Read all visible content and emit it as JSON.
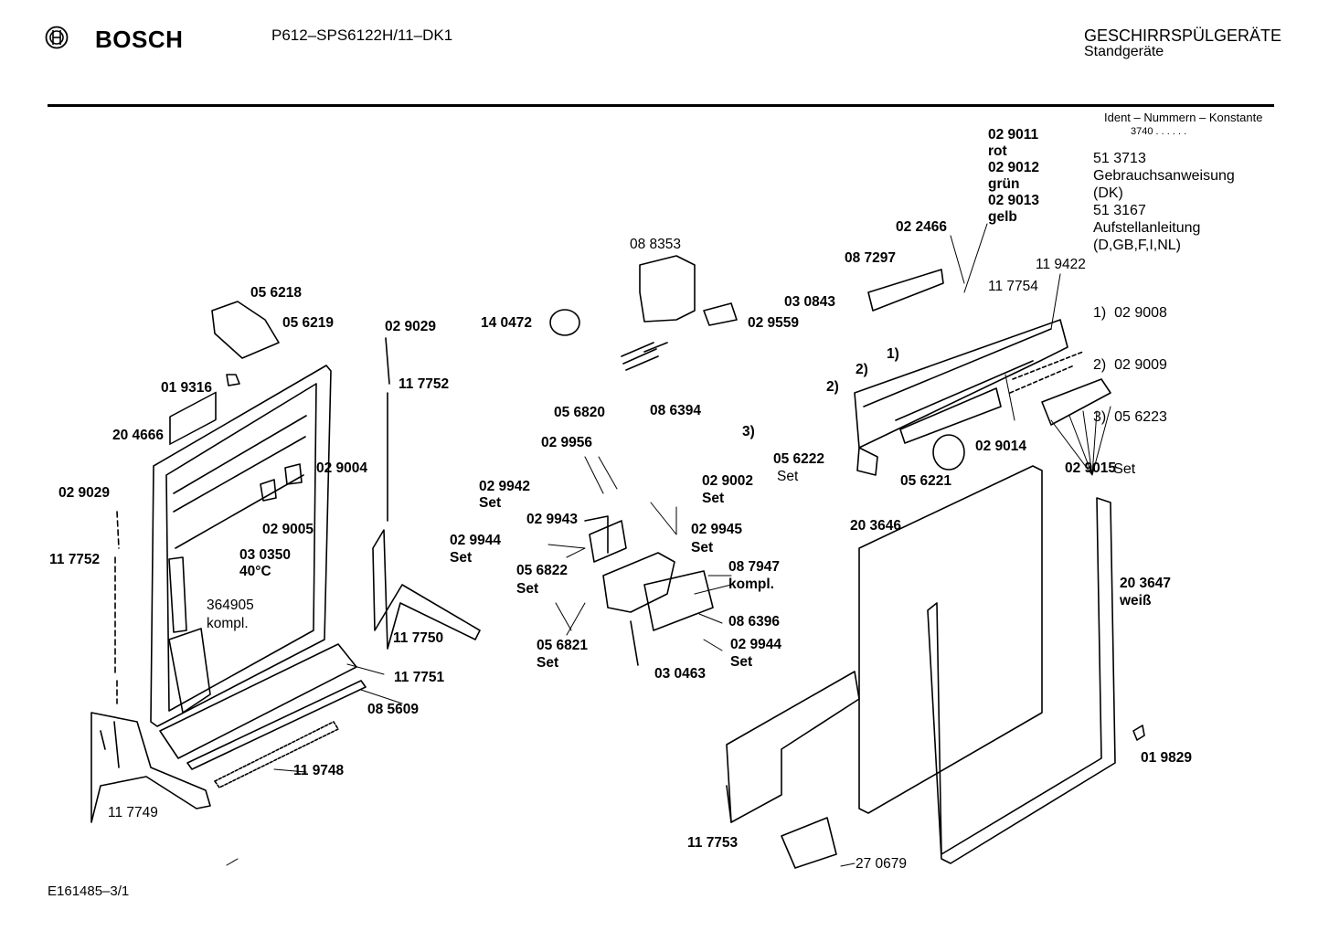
{
  "header": {
    "brand": "BOSCH",
    "model": "P612–SPS6122H/11–DK1",
    "category_line1": "GESCHIRRSPÜLGERÄTE",
    "category_line2": "Standgeräte"
  },
  "ident": {
    "heading": "Ident – Nummern – Konstante",
    "value": "3740 . . . . . ."
  },
  "notes": {
    "docs": [
      "51 3713",
      "Gebrauchsanweisung",
      "(DK)",
      "51 3167",
      "Aufstellanleitung",
      "(D,GB,F,I,NL)"
    ],
    "footnotes": [
      "1)  02 9008",
      "2)  02 9009",
      "3)  05 6223",
      "     Set"
    ]
  },
  "footer": {
    "code": "E161485–3/1"
  },
  "callouts": [
    {
      "id": "c1",
      "text": "02 9011",
      "bold": true
    },
    {
      "id": "c2",
      "text": "rot",
      "bold": true
    },
    {
      "id": "c3",
      "text": "02 9012",
      "bold": true
    },
    {
      "id": "c4",
      "text": "grün",
      "bold": true
    },
    {
      "id": "c5",
      "text": "02 9013",
      "bold": true
    },
    {
      "id": "c6",
      "text": "gelb",
      "bold": true
    },
    {
      "id": "c7",
      "text": "02 2466",
      "bold": true
    },
    {
      "id": "c8",
      "text": "08 8353",
      "bold": false
    },
    {
      "id": "c9",
      "text": "08 7297",
      "bold": true
    },
    {
      "id": "c10",
      "text": "11 9422",
      "bold": false
    },
    {
      "id": "c11",
      "text": "11 7754",
      "bold": false
    },
    {
      "id": "c12",
      "text": "03 0843",
      "bold": true
    },
    {
      "id": "c13",
      "text": "02 9559",
      "bold": true
    },
    {
      "id": "c14",
      "text": "14 0472",
      "bold": true
    },
    {
      "id": "c15",
      "text": "05 6218",
      "bold": true
    },
    {
      "id": "c16",
      "text": "05 6219",
      "bold": true
    },
    {
      "id": "c17",
      "text": "02 9029",
      "bold": true
    },
    {
      "id": "c18",
      "text": "01 9316",
      "bold": true
    },
    {
      "id": "c19",
      "text": "11 7752",
      "bold": true
    },
    {
      "id": "c20",
      "text": "20 4666",
      "bold": true
    },
    {
      "id": "c21",
      "text": "02 9004",
      "bold": true
    },
    {
      "id": "c22",
      "text": "02 9029",
      "bold": true
    },
    {
      "id": "c23",
      "text": "02 9005",
      "bold": true
    },
    {
      "id": "c24",
      "text": "03 0350",
      "bold": true
    },
    {
      "id": "c25",
      "text": "40°C",
      "bold": true
    },
    {
      "id": "c26",
      "text": "11 7752",
      "bold": true
    },
    {
      "id": "c27",
      "text": "364905",
      "bold": false
    },
    {
      "id": "c28",
      "text": "kompl.",
      "bold": false
    },
    {
      "id": "c29",
      "text": "11 7750",
      "bold": true
    },
    {
      "id": "c30",
      "text": "11 7751",
      "bold": true
    },
    {
      "id": "c31",
      "text": "08 5609",
      "bold": true
    },
    {
      "id": "c32",
      "text": "11 9748",
      "bold": true
    },
    {
      "id": "c33",
      "text": "11 7749",
      "bold": false
    },
    {
      "id": "c34",
      "text": "05 6820",
      "bold": true
    },
    {
      "id": "c35",
      "text": "08 6394",
      "bold": true
    },
    {
      "id": "c36",
      "text": "02 9956",
      "bold": true
    },
    {
      "id": "c37",
      "text": "02 9942",
      "bold": true
    },
    {
      "id": "c38",
      "text": "Set",
      "bold": true
    },
    {
      "id": "c39",
      "text": "02 9002",
      "bold": true
    },
    {
      "id": "c40",
      "text": "Set",
      "bold": true
    },
    {
      "id": "c41",
      "text": "02 9943",
      "bold": true
    },
    {
      "id": "c42",
      "text": "02 9945",
      "bold": true
    },
    {
      "id": "c43",
      "text": "Set",
      "bold": true
    },
    {
      "id": "c44",
      "text": "02 9944",
      "bold": true
    },
    {
      "id": "c45",
      "text": "Set",
      "bold": true
    },
    {
      "id": "c46",
      "text": "05 6822",
      "bold": true
    },
    {
      "id": "c47",
      "text": "Set",
      "bold": true
    },
    {
      "id": "c48",
      "text": "08 7947",
      "bold": true
    },
    {
      "id": "c49",
      "text": "kompl.",
      "bold": true
    },
    {
      "id": "c50",
      "text": "08 6396",
      "bold": true
    },
    {
      "id": "c51",
      "text": "02 9944",
      "bold": true
    },
    {
      "id": "c52",
      "text": "Set",
      "bold": true
    },
    {
      "id": "c53",
      "text": "05 6821",
      "bold": true
    },
    {
      "id": "c54",
      "text": "Set",
      "bold": true
    },
    {
      "id": "c55",
      "text": "03 0463",
      "bold": true
    },
    {
      "id": "c56",
      "text": "1)",
      "bold": true
    },
    {
      "id": "c57",
      "text": "2)",
      "bold": true
    },
    {
      "id": "c58",
      "text": "2)",
      "bold": true
    },
    {
      "id": "c59",
      "text": "3)",
      "bold": true
    },
    {
      "id": "c60",
      "text": "05 6222",
      "bold": true
    },
    {
      "id": "c61",
      "text": "Set",
      "bold": false
    },
    {
      "id": "c62",
      "text": "02 9014",
      "bold": true
    },
    {
      "id": "c63",
      "text": "02 9015",
      "bold": true
    },
    {
      "id": "c64",
      "text": "05 6221",
      "bold": true
    },
    {
      "id": "c65",
      "text": "20 3646",
      "bold": true
    },
    {
      "id": "c66",
      "text": "20 3647",
      "bold": true
    },
    {
      "id": "c67",
      "text": "weiß",
      "bold": true
    },
    {
      "id": "c68",
      "text": "01 9829",
      "bold": true
    },
    {
      "id": "c69",
      "text": "11 7753",
      "bold": true
    },
    {
      "id": "c70",
      "text": "27 0679",
      "bold": false
    }
  ]
}
